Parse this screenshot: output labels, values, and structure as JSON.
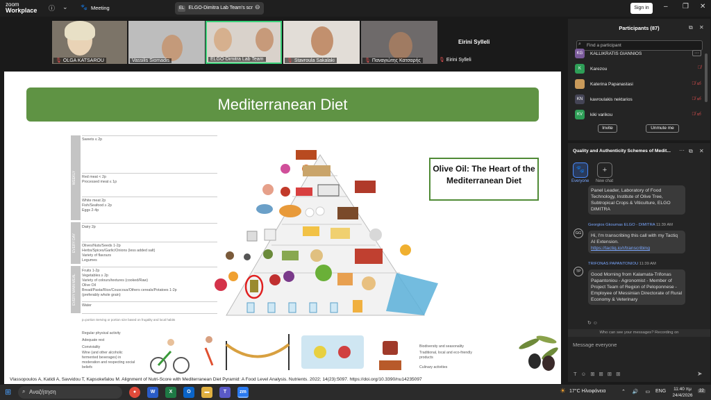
{
  "app": {
    "brand_line1": "zoom",
    "brand_line2": "Workplace",
    "meeting_label": "Meeting",
    "tab_badge": "EL",
    "tab_title": "ELGO-Dimitra Lab Team's scr",
    "sign_in": "Sign in"
  },
  "video_tiles": [
    {
      "name": "OLGA KATSAROU",
      "muted": true
    },
    {
      "name": "Vassilis Siomadis",
      "muted": false
    },
    {
      "name": "ELGO-Dimitra Lab Team",
      "muted": false
    },
    {
      "name": "Stavroula Sakalaki",
      "muted": true
    },
    {
      "name": "Παναγιώτης Κατσαρής",
      "muted": true
    },
    {
      "name": "Eirini Sylleli",
      "muted": true
    }
  ],
  "strip_name": "Eirini Sylleli",
  "slide": {
    "title": "Mediterranean Diet",
    "callout": "Olive Oil: The Heart of the Mediterranean Diet",
    "freq_weekly": "WEEKLY",
    "freq_everyday": "EVERY DAY",
    "freq_everymeal": "EVERY MAIN MEAL",
    "levels": [
      "Sweets ≤ 2p",
      "Red meat < 2p\nProcessed meat ≤ 1p",
      "White meat 2p\nFish/Seafood ≥ 2p\nEggs 2-4p",
      "Dairy 2p",
      "Olives/Nuts/Seeds 1-2p\nHerbs/Spices/Garlic/Onions (less added salt)\nVariety of flavours\nLegumes",
      "Fruits 1-2p\nVegetables ≥ 2p\nVariety of colours/textures (cooked/Raw)\nOlive Oil\nBread/Pasta/Rice/Couscous/Others cereals/Potatoes 1-2p\n(preferably whole grain)",
      "Water"
    ],
    "portion_note": "p=portion     Serving or portion size based on frugality and local habits",
    "lifestyle_left": [
      "Regular physical activity",
      "Adequate rest",
      "Conviviality",
      "Wine (and other alcoholic fermented beverages) in moderation and respecting social beliefs"
    ],
    "lifestyle_right": [
      "Biodiversity and seasonality",
      "Traditional, local and eco-friendly products",
      "Culinary activities"
    ],
    "citation": "Vlassopoulos A, Katidi A, Savvidou T, Kapsokefalou M. Alignment of Nutri-Score with Mediterranean Diet Pyramid: A Food Level Analysis. Nutrients. 2022; 14(23):5097. https://doi.org/10.3390/nu14235097"
  },
  "participants": {
    "title": "Participants (87)",
    "search_placeholder": "Find a participant",
    "items": [
      {
        "initials": "KG",
        "name": "KALLIKRATIS GIANNIOS",
        "color": "#7a5a9a"
      },
      {
        "initials": "K",
        "name": "Karezou",
        "color": "#2e9e57"
      },
      {
        "initials": "",
        "name": "Katerina Papanastasi",
        "color": "#c99a5a"
      },
      {
        "initials": "KN",
        "name": "kavroulakis nektarios",
        "color": "#556"
      },
      {
        "initials": "KV",
        "name": "kiki varikou",
        "color": "#2e9e57"
      }
    ],
    "invite": "Invite",
    "unmute": "Unmute me"
  },
  "chat": {
    "title": "Quality and Authenticity Schemes of Medit...",
    "tab_everyone": "Everyone",
    "tab_new": "New chat",
    "messages": [
      {
        "initials": "",
        "sender": "",
        "time": "",
        "text": "Panel Leader, Laboratory of Food Technology, Institute of Olive Tree, Subtropical Crops & Viticulture, ELGO DIMITRA"
      },
      {
        "initials": "GG",
        "sender": "Georgios Gkoumas ELGO - DIMITRA",
        "time": "11:39 AM",
        "text": "Hi, I'm transcribing this call with my Tactiq AI Extension.",
        "link": "https://tactiq.io/r/transcribing"
      },
      {
        "initials": "TP",
        "sender": "TRIFONAS PAPANTONIOU",
        "time": "11:39 AM",
        "text": "Good Morning from Kalamata-Trifonas Papantoniou - Agronomist - Member of Project Team of Region of Peloponnese - Employee of Messinian Directorate of Rural Economy & Veterinary"
      }
    ],
    "notice": "Who can see your messages? Recording on",
    "input_placeholder": "Message everyone"
  },
  "taskbar": {
    "search": "Αναζήτηση",
    "weather": "17°C  Ηλιοφάνεια",
    "lang": "ENG",
    "time": "11:40 πμ",
    "date": "24/4/2026",
    "badge": "22"
  }
}
